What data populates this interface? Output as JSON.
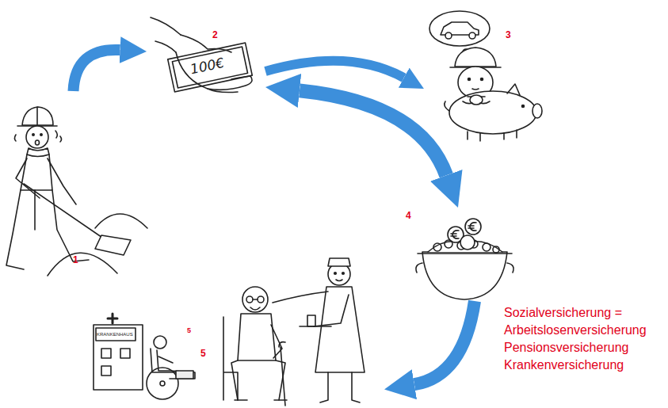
{
  "diagram": {
    "nodes": [
      {
        "text": [
          "1"
        ]
      },
      {
        "text": [
          "2",
          "100€"
        ]
      },
      {
        "text": [
          "3"
        ]
      },
      {
        "text": [
          "4"
        ]
      },
      {
        "text": [
          "5"
        ]
      },
      {
        "text": [
          "5"
        ]
      }
    ],
    "edges": [
      {
        "from": 0,
        "to": 1,
        "arrow": "to"
      },
      {
        "from": 1,
        "to": 2,
        "arrow": "to"
      },
      {
        "from": 1,
        "to": 3,
        "arrow": "both"
      },
      {
        "from": 3,
        "to": 5,
        "arrow": "to"
      }
    ],
    "labels": [
      "KRANKENHAUS",
      "Sozialversicherung =",
      "Arbeitslosenversicherung",
      "Pensionsversicherung",
      "Krankenversicherung"
    ]
  }
}
